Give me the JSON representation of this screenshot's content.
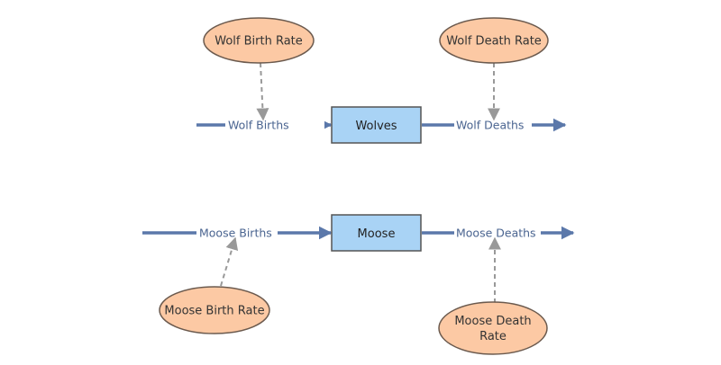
{
  "diagram": {
    "stocks": {
      "wolves": "Wolves",
      "moose": "Moose"
    },
    "flows": {
      "wolf_births": "Wolf Births",
      "wolf_deaths": "Wolf Deaths",
      "moose_births": "Moose Births",
      "moose_deaths": "Moose Deaths"
    },
    "variables": {
      "wolf_birth_rate": "Wolf Birth Rate",
      "wolf_death_rate": "Wolf Death Rate",
      "moose_birth_rate": "Moose Birth Rate",
      "moose_death_rate_line1": "Moose Death",
      "moose_death_rate_line2": "Rate"
    },
    "colors": {
      "stock_fill": "#a9d3f5",
      "stock_stroke": "#555555",
      "variable_fill": "#fcc9a4",
      "variable_stroke": "#6b5a4e",
      "flow_line": "#5b78aa",
      "link_line": "#999999"
    }
  }
}
